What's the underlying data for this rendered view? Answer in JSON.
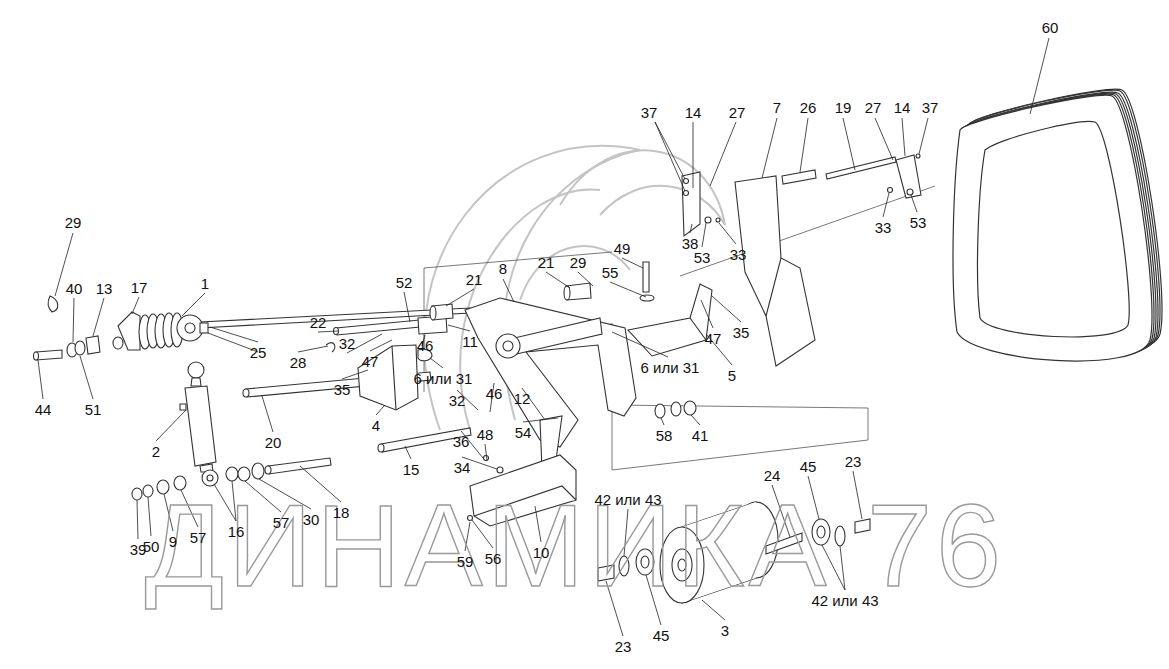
{
  "diagram": {
    "labels": [
      "ДИНАМИКА 76",
      "60",
      "37",
      "14",
      "27",
      "7",
      "26",
      "19",
      "27",
      "14",
      "37",
      "29",
      "33",
      "53",
      "49",
      "38",
      "53",
      "33",
      "21",
      "29",
      "8",
      "55",
      "21",
      "52",
      "1",
      "40",
      "13",
      "17",
      "22",
      "35",
      "47",
      "11",
      "32",
      "46",
      "25",
      "47",
      "28",
      "6 или 31",
      "5",
      "6 или 31",
      "35",
      "46",
      "12",
      "32",
      "44",
      "51",
      "4",
      "48",
      "54",
      "58",
      "41",
      "36",
      "20",
      "2",
      "23",
      "45",
      "34",
      "15",
      "24",
      "42 или 43",
      "18",
      "30",
      "57",
      "16",
      "57",
      "9",
      "50",
      "39",
      "10",
      "56",
      "59",
      "42 или 43",
      "3",
      "45",
      "23"
    ]
  }
}
